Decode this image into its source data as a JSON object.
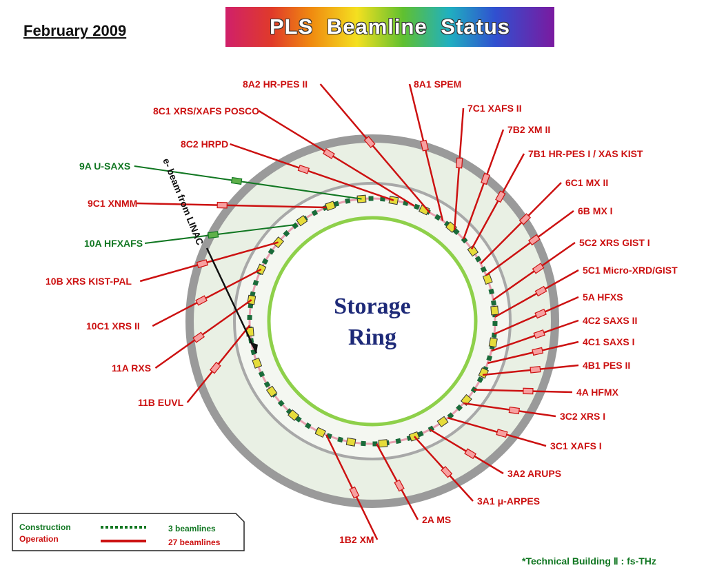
{
  "header": {
    "date": "February 2009",
    "title": "PLS  Beamline  Status"
  },
  "ring": {
    "line1": "Storage",
    "line2": "Ring",
    "beam_label": "e- beam from LINAC"
  },
  "beamlines": [
    {
      "id": "bl-8a2",
      "label": "8A2 HR-PES II",
      "status": "operation"
    },
    {
      "id": "bl-8a1",
      "label": "8A1 SPEM",
      "status": "operation"
    },
    {
      "id": "bl-8c1",
      "label": "8C1 XRS/XAFS POSCO",
      "status": "operation"
    },
    {
      "id": "bl-7c1",
      "label": "7C1 XAFS II",
      "status": "operation"
    },
    {
      "id": "bl-7b2",
      "label": "7B2 XM II",
      "status": "operation"
    },
    {
      "id": "bl-8c2",
      "label": "8C2 HRPD",
      "status": "operation"
    },
    {
      "id": "bl-7b1",
      "label": "7B1 HR-PES I / XAS KIST",
      "status": "operation"
    },
    {
      "id": "bl-9a",
      "label": "9A U-SAXS",
      "status": "construction"
    },
    {
      "id": "bl-6c1",
      "label": "6C1 MX II",
      "status": "operation"
    },
    {
      "id": "bl-9c1",
      "label": "9C1 XNMM",
      "status": "operation"
    },
    {
      "id": "bl-6b",
      "label": "6B MX I",
      "status": "operation"
    },
    {
      "id": "bl-10a",
      "label": "10A HFXAFS",
      "status": "construction"
    },
    {
      "id": "bl-5c2",
      "label": "5C2 XRS GIST I",
      "status": "operation"
    },
    {
      "id": "bl-10b",
      "label": "10B XRS KIST-PAL",
      "status": "operation"
    },
    {
      "id": "bl-5c1",
      "label": "5C1 Micro-XRD/GIST",
      "status": "operation"
    },
    {
      "id": "bl-5a",
      "label": "5A HFXS",
      "status": "operation"
    },
    {
      "id": "bl-10c1",
      "label": "10C1 XRS II",
      "status": "operation"
    },
    {
      "id": "bl-4c2",
      "label": "4C2 SAXS II",
      "status": "operation"
    },
    {
      "id": "bl-4c1",
      "label": "4C1 SAXS I",
      "status": "operation"
    },
    {
      "id": "bl-11a",
      "label": "11A RXS",
      "status": "operation"
    },
    {
      "id": "bl-4b1",
      "label": "4B1 PES II",
      "status": "operation"
    },
    {
      "id": "bl-4a",
      "label": "4A HFMX",
      "status": "operation"
    },
    {
      "id": "bl-11b",
      "label": "11B EUVL",
      "status": "operation"
    },
    {
      "id": "bl-3c2",
      "label": "3C2 XRS I",
      "status": "operation"
    },
    {
      "id": "bl-3c1",
      "label": "3C1 XAFS I",
      "status": "operation"
    },
    {
      "id": "bl-3a2",
      "label": "3A2 ARUPS",
      "status": "operation"
    },
    {
      "id": "bl-3a1",
      "label": "3A1 μ-ARPES",
      "status": "operation"
    },
    {
      "id": "bl-2a",
      "label": "2A MS",
      "status": "operation"
    },
    {
      "id": "bl-1b2",
      "label": "1B2 XM",
      "status": "operation"
    }
  ],
  "legend": {
    "construction_label": "Construction",
    "construction_count": "3 beamlines",
    "operation_label": "Operation",
    "operation_count": "27 beamlines"
  },
  "note": "*Technical Building Ⅱ : fs-THz",
  "colors": {
    "operation": "#cc1111",
    "construction": "#117722",
    "ring_outer": "#9a9a9a",
    "ring_fill": "#e9f0e4",
    "inner_ring": "#8ed04a",
    "title_text": "#1e2a78"
  }
}
